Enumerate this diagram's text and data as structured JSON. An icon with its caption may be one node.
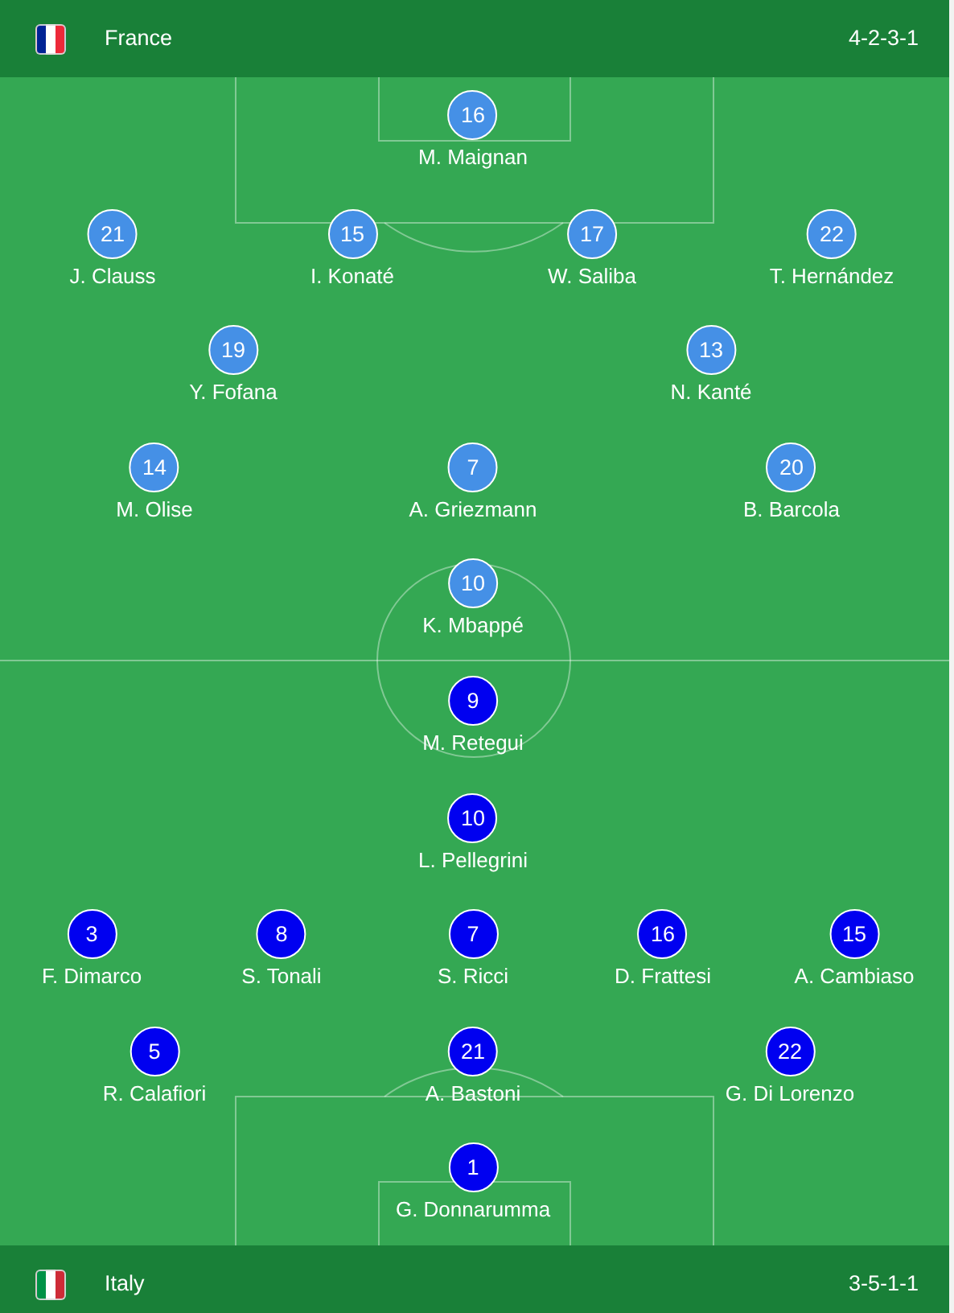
{
  "diagram": {
    "nodes": [
      {
        "text": [
          "France",
          "4-2-3-1"
        ]
      },
      {
        "text": [
          "16",
          "M. Maignan"
        ]
      },
      {
        "text": [
          "21",
          "J. Clauss"
        ]
      },
      {
        "text": [
          "15",
          "I. Konaté"
        ]
      },
      {
        "text": [
          "17",
          "W. Saliba"
        ]
      },
      {
        "text": [
          "22",
          "T. Hernández"
        ]
      },
      {
        "text": [
          "19",
          "Y. Fofana"
        ]
      },
      {
        "text": [
          "13",
          "N. Kanté"
        ]
      },
      {
        "text": [
          "14",
          "M. Olise"
        ]
      },
      {
        "text": [
          "7",
          "A. Griezmann"
        ]
      },
      {
        "text": [
          "20",
          "B. Barcola"
        ]
      },
      {
        "text": [
          "10",
          "K. Mbappé"
        ]
      },
      {
        "text": [
          "9",
          "M. Retegui"
        ]
      },
      {
        "text": [
          "10",
          "L. Pellegrini"
        ]
      },
      {
        "text": [
          "3",
          "F. Dimarco"
        ]
      },
      {
        "text": [
          "8",
          "S. Tonali"
        ]
      },
      {
        "text": [
          "7",
          "S. Ricci"
        ]
      },
      {
        "text": [
          "16",
          "D. Frattesi"
        ]
      },
      {
        "text": [
          "15",
          "A. Cambiaso"
        ]
      },
      {
        "text": [
          "5",
          "R. Calafiori"
        ]
      },
      {
        "text": [
          "21",
          "A. Bastoni"
        ]
      },
      {
        "text": [
          "22",
          "G. Di Lorenzo"
        ]
      },
      {
        "text": [
          "1",
          "G. Donnarumma"
        ]
      },
      {
        "text": [
          "Italy",
          "3-5-1-1"
        ]
      }
    ]
  }
}
